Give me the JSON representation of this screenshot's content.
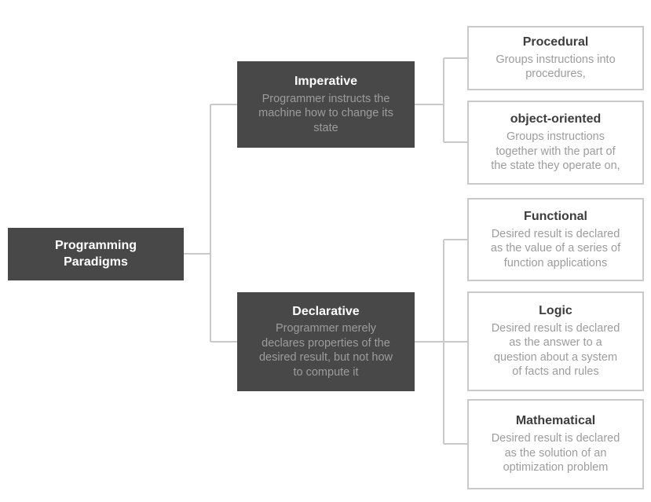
{
  "diagram": {
    "type": "tree",
    "colors": {
      "dark_node_background": "#484848",
      "dark_node_title": "#ffffff",
      "node_description_text": "#9c9c9c",
      "light_node_background": "#ffffff",
      "light_node_border": "#c9c9c9",
      "light_node_title": "#3d3d3d",
      "connector_line": "#c9c9c9"
    },
    "nodes": {
      "root": {
        "title": "Programming\nParadigms",
        "description": ""
      },
      "imperative": {
        "title": "Imperative",
        "description": "Programmer instructs the\nmachine how to change its\nstate"
      },
      "declarative": {
        "title": "Declarative",
        "description": "Programmer merely\ndeclares properties of the\ndesired result, but not how\nto compute it"
      },
      "procedural": {
        "title": "Procedural",
        "description": "Groups instructions into\nprocedures,"
      },
      "object_oriented": {
        "title": "object-oriented",
        "description": "Groups instructions\ntogether with the part of\nthe state they operate on,"
      },
      "functional": {
        "title": "Functional",
        "description": "Desired result is declared\nas the value of a series of\nfunction applications"
      },
      "logic": {
        "title": "Logic",
        "description": "Desired result is declared\nas the answer to a\nquestion about a system\nof facts and rules"
      },
      "mathematical": {
        "title": "Mathematical",
        "description": "Desired result is declared\nas the solution of an\noptimization problem"
      }
    },
    "edges": [
      "root-imperative",
      "root-declarative",
      "imperative-procedural",
      "imperative-object_oriented",
      "declarative-functional",
      "declarative-logic",
      "declarative-mathematical"
    ]
  }
}
